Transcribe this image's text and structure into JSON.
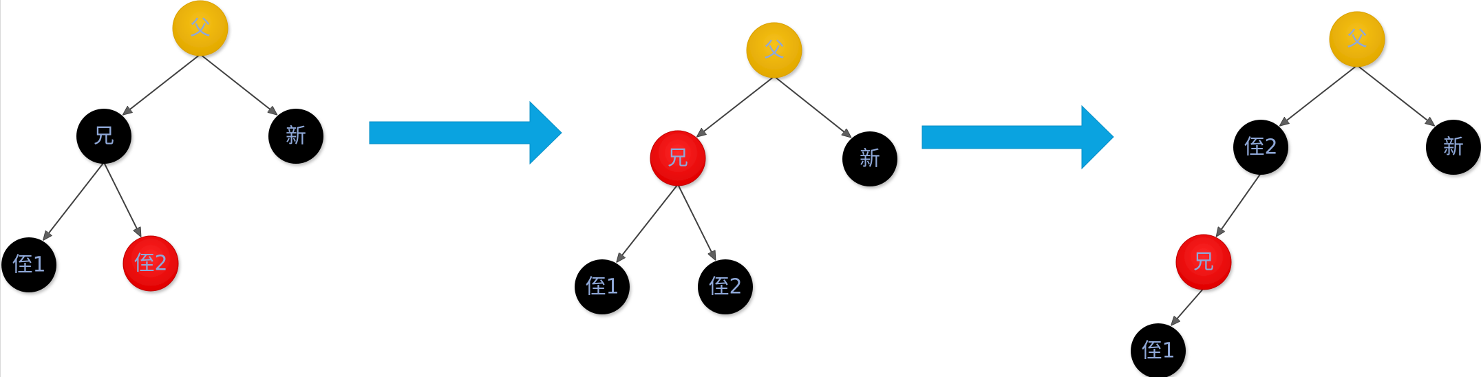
{
  "colors": {
    "yellow_node": "#f0b400",
    "black_node": "#000000",
    "red_node": "#ff0000",
    "label": "#8fa8d8",
    "edge": "#404040",
    "arrow": "#0aa3e0"
  },
  "stages": [
    {
      "nodes": [
        {
          "id": "s1-father",
          "label": "父",
          "color": "yellow"
        },
        {
          "id": "s1-brother",
          "label": "兄",
          "color": "black"
        },
        {
          "id": "s1-new",
          "label": "新",
          "color": "black"
        },
        {
          "id": "s1-nephew1",
          "label": "侄1",
          "color": "black"
        },
        {
          "id": "s1-nephew2",
          "label": "侄2",
          "color": "red"
        }
      ]
    },
    {
      "nodes": [
        {
          "id": "s2-father",
          "label": "父",
          "color": "yellow"
        },
        {
          "id": "s2-brother",
          "label": "兄",
          "color": "red"
        },
        {
          "id": "s2-new",
          "label": "新",
          "color": "black"
        },
        {
          "id": "s2-nephew1",
          "label": "侄1",
          "color": "black"
        },
        {
          "id": "s2-nephew2",
          "label": "侄2",
          "color": "black"
        }
      ]
    },
    {
      "nodes": [
        {
          "id": "s3-father",
          "label": "父",
          "color": "yellow"
        },
        {
          "id": "s3-nephew2",
          "label": "侄2",
          "color": "black"
        },
        {
          "id": "s3-new",
          "label": "新",
          "color": "black"
        },
        {
          "id": "s3-brother",
          "label": "兄",
          "color": "red"
        },
        {
          "id": "s3-nephew1",
          "label": "侄1",
          "color": "black"
        }
      ]
    }
  ]
}
